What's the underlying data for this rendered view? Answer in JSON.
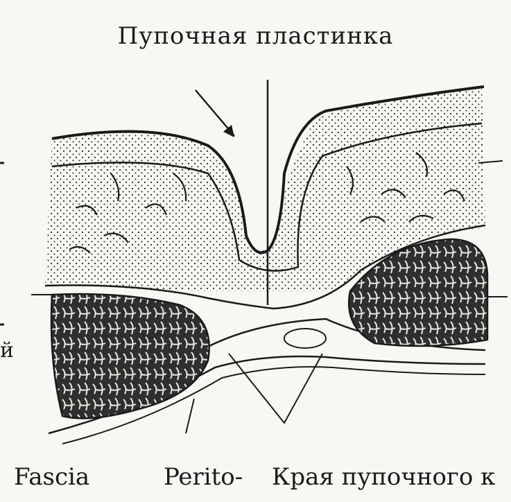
{
  "title": "Пупочная пластинка",
  "labels": {
    "fascia": "Fascia",
    "perito": "Perito-",
    "kraya": "Края пупочного к",
    "left_edge": "й"
  },
  "colors": {
    "ink": "#1a1a1a",
    "paper": "#f7f7f3",
    "muscle": "#3a3a3a"
  }
}
